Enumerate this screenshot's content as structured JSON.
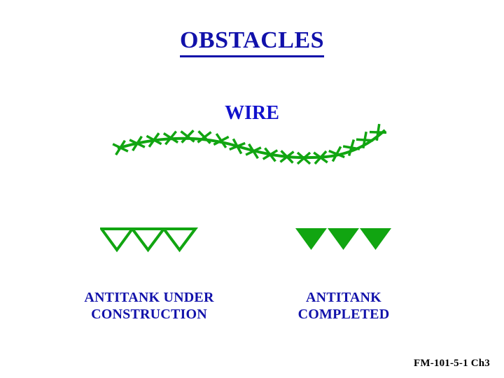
{
  "slide": {
    "title": "OBSTACLES",
    "background_color": "#ffffff"
  },
  "colors": {
    "heading_blue": "#1111aa",
    "wire_heading_blue": "#1111cc",
    "symbol_green": "#11a511",
    "footer_black": "#000000"
  },
  "wire_section": {
    "heading": "WIRE",
    "symbol_name": "barbed-wire-line",
    "symbol_description": "green wavy line with X-shaped barbs"
  },
  "symbols": [
    {
      "id": "antitank-under-construction",
      "icon": "hollow-downward-triangles-icon",
      "triangle_count": 3,
      "filled": false,
      "caption_lines": [
        "ANTITANK UNDER",
        "CONSTRUCTION"
      ]
    },
    {
      "id": "antitank-completed",
      "icon": "filled-downward-triangles-icon",
      "triangle_count": 3,
      "filled": true,
      "caption_lines": [
        "ANTITANK",
        "COMPLETED"
      ]
    }
  ],
  "footer": {
    "reference": "FM-101-5-1 Ch3"
  }
}
